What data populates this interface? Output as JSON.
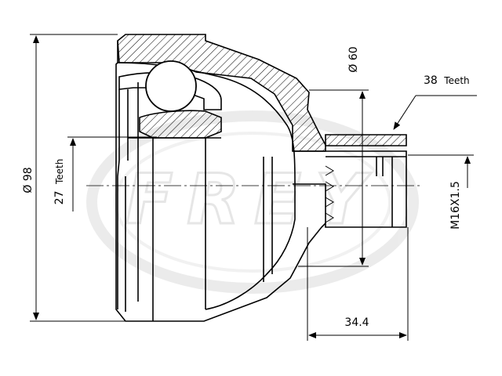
{
  "dimensions": {
    "overall_diameter": "Ø 98",
    "shaft_diameter": "Ø 60",
    "thread": "M16X1.5",
    "length": "34.4"
  },
  "teeth": {
    "inner_count": "27",
    "outer_count": "38",
    "unit_label": "Teeth"
  },
  "watermark": {
    "brand": "FREY"
  },
  "colors": {
    "line": "#000000",
    "hatch": "#000000",
    "watermark": "#c8c8c8"
  }
}
